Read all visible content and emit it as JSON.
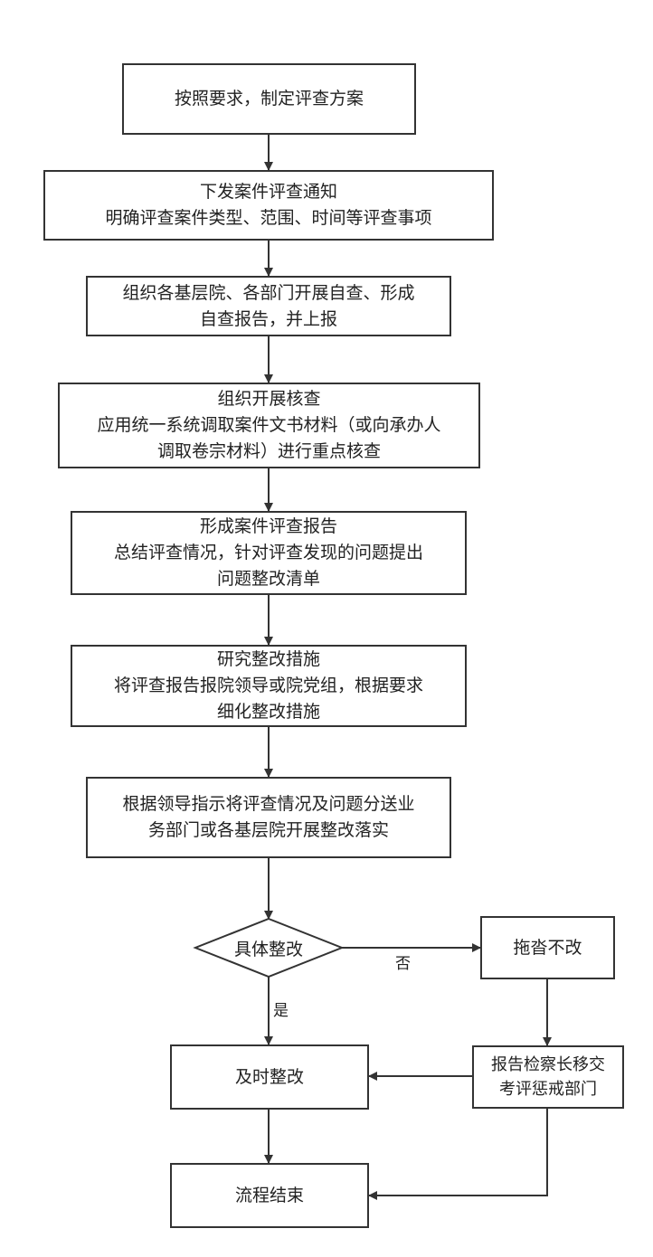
{
  "flowchart": {
    "step1": {
      "lines": [
        "按照要求，制定评查方案"
      ]
    },
    "step2": {
      "lines": [
        "下发案件评查通知",
        "明确评查案件类型、范围、时间等评查事项"
      ]
    },
    "step3": {
      "lines": [
        "组织各基层院、各部门开展自查、形成",
        "自查报告，并上报"
      ]
    },
    "step4": {
      "lines": [
        "组织开展核查",
        "应用统一系统调取案件文书材料（或向承办人",
        "调取卷宗材料）进行重点核查"
      ]
    },
    "step5": {
      "lines": [
        "形成案件评查报告",
        "总结评查情况，针对评查发现的问题提出",
        "问题整改清单"
      ]
    },
    "step6": {
      "lines": [
        "研究整改措施",
        "将评查报告报院领导或院党组，根据要求",
        "细化整改措施"
      ]
    },
    "step7": {
      "lines": [
        "根据领导指示将评查情况及问题分送业",
        "务部门或各基层院开展整改落实"
      ]
    },
    "decision": {
      "label": "具体整改"
    },
    "edge_no": "否",
    "edge_yes": "是",
    "delay": {
      "lines": [
        "拖沓不改"
      ]
    },
    "report": {
      "lines": [
        "报告检察长移交",
        "考评惩戒部门"
      ]
    },
    "fix": {
      "lines": [
        "及时整改"
      ]
    },
    "end": {
      "lines": [
        "流程结束"
      ]
    }
  }
}
